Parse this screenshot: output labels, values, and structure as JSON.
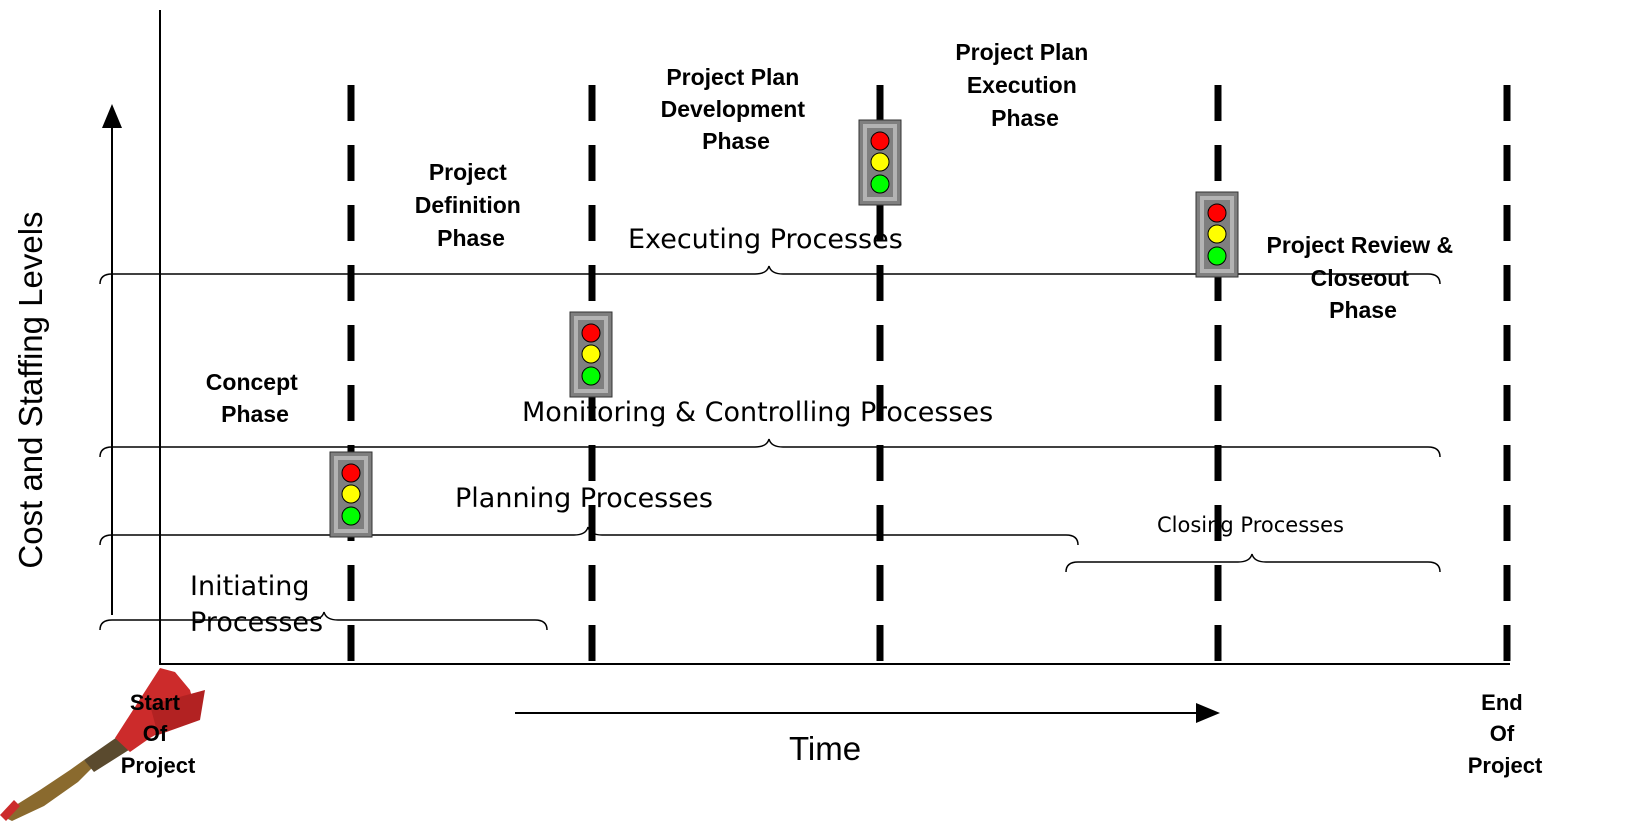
{
  "axes": {
    "y_label": "Cost and Staffing Levels",
    "x_label": "Time"
  },
  "milestones": {
    "start": [
      "Start",
      "Of",
      "Project"
    ],
    "end": [
      "End",
      "Of",
      "Project"
    ]
  },
  "phases": {
    "concept": [
      "Concept",
      "Phase"
    ],
    "definition": [
      "Project",
      "Definition",
      "Phase"
    ],
    "development": [
      "Project Plan",
      "Development",
      "Phase"
    ],
    "execution": [
      "Project Plan",
      "Execution",
      "Phase"
    ],
    "review": [
      "Project Review &",
      "Closeout",
      "Phase"
    ]
  },
  "processes": {
    "initiating": [
      "Initiating",
      "Processes"
    ],
    "planning": "Planning Processes",
    "executing": "Executing Processes",
    "monitoring": "Monitoring & Controlling Processes",
    "closing": "Closing Processes"
  },
  "colors": {
    "signal_red": "#ff0000",
    "signal_yellow": "#ffff00",
    "signal_green": "#00ff00",
    "signal_housing": "#7f7f7f",
    "dart_body": "#cc2b2b"
  }
}
